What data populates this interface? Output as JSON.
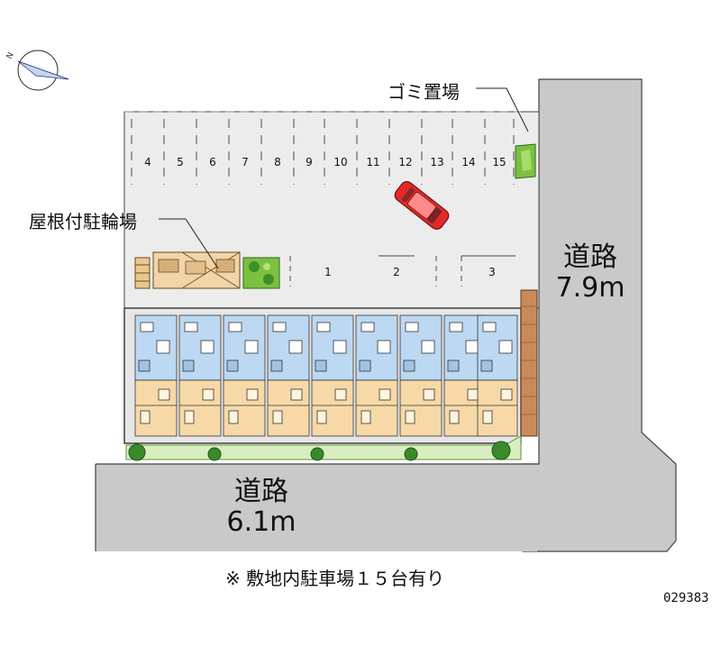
{
  "labels": {
    "garbage": "ゴミ置場",
    "bicycle": "屋根付駐輪場",
    "road_east_name": "道路",
    "road_east_width": "7.9m",
    "road_south_name": "道路",
    "road_south_width": "6.1m",
    "note": "※ 敷地内駐車場１５台有り",
    "code": "029383"
  },
  "parking_top": [
    "4",
    "5",
    "6",
    "7",
    "8",
    "9",
    "10",
    "11",
    "12",
    "13",
    "14",
    "15"
  ],
  "parking_mid": [
    "1",
    "2",
    "3"
  ],
  "compass": {
    "north_mark": "N"
  },
  "colors": {
    "road": "#c9c9c9",
    "lot": "#ececec",
    "upper_rooms": "#bcd8f2",
    "lower_rooms": "#f6d9a6",
    "green": "#7cc040",
    "brick": "#c98a5a",
    "car": "#e02a2a"
  }
}
